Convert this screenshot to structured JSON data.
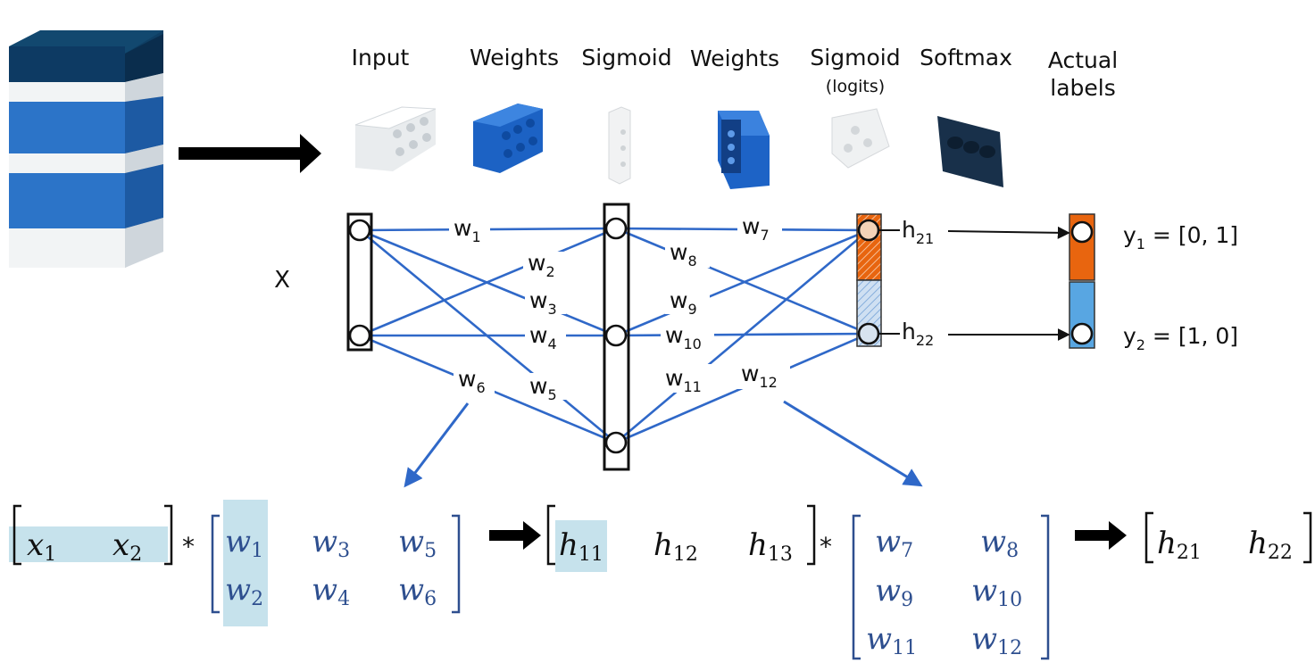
{
  "header": {
    "input": "Input",
    "weights_1": "Weights",
    "sigmoid_1": "Sigmoid",
    "weights_2": "Weights",
    "sigmoid_2": "Sigmoid",
    "sigmoid_2_sub": "(logits)",
    "softmax": "Softmax",
    "actual_1": "Actual",
    "actual_2": "labels"
  },
  "network": {
    "x_label": "X",
    "weights": [
      {
        "b": "w",
        "s": "1"
      },
      {
        "b": "w",
        "s": "2"
      },
      {
        "b": "w",
        "s": "3"
      },
      {
        "b": "w",
        "s": "4"
      },
      {
        "b": "w",
        "s": "5"
      },
      {
        "b": "w",
        "s": "6"
      },
      {
        "b": "w",
        "s": "7"
      },
      {
        "b": "w",
        "s": "8"
      },
      {
        "b": "w",
        "s": "9"
      },
      {
        "b": "w",
        "s": "10"
      },
      {
        "b": "w",
        "s": "11"
      },
      {
        "b": "w",
        "s": "12"
      }
    ],
    "hidden_out": [
      {
        "b": "h",
        "s": "21"
      },
      {
        "b": "h",
        "s": "22"
      }
    ],
    "labels": [
      {
        "b": "y",
        "s": "1",
        "v": " = [0, 1]"
      },
      {
        "b": "y",
        "s": "2",
        "v": " = [1, 0]"
      }
    ]
  },
  "equation": {
    "x": [
      {
        "b": "x",
        "s": "1"
      },
      {
        "b": "x",
        "s": "2"
      }
    ],
    "w1": [
      {
        "b": "w",
        "s": "1"
      },
      {
        "b": "w",
        "s": "3"
      },
      {
        "b": "w",
        "s": "5"
      },
      {
        "b": "w",
        "s": "2"
      },
      {
        "b": "w",
        "s": "4"
      },
      {
        "b": "w",
        "s": "6"
      }
    ],
    "h1": [
      {
        "b": "h",
        "s": "11"
      },
      {
        "b": "h",
        "s": "12"
      },
      {
        "b": "h",
        "s": "13"
      }
    ],
    "w2": [
      {
        "b": "w",
        "s": "7"
      },
      {
        "b": "w",
        "s": "8"
      },
      {
        "b": "w",
        "s": "9"
      },
      {
        "b": "w",
        "s": "10"
      },
      {
        "b": "w",
        "s": "11"
      },
      {
        "b": "w",
        "s": "12"
      }
    ],
    "h2": [
      {
        "b": "h",
        "s": "21"
      },
      {
        "b": "h",
        "s": "22"
      }
    ],
    "times_1": "*",
    "times_2": "*"
  },
  "colors": {
    "line": "#2f68c8",
    "math_blue": "#2e4f8f",
    "highlight": "#c6e2ec",
    "orange": "#e8650f",
    "light_blue": "#58a6e2"
  }
}
